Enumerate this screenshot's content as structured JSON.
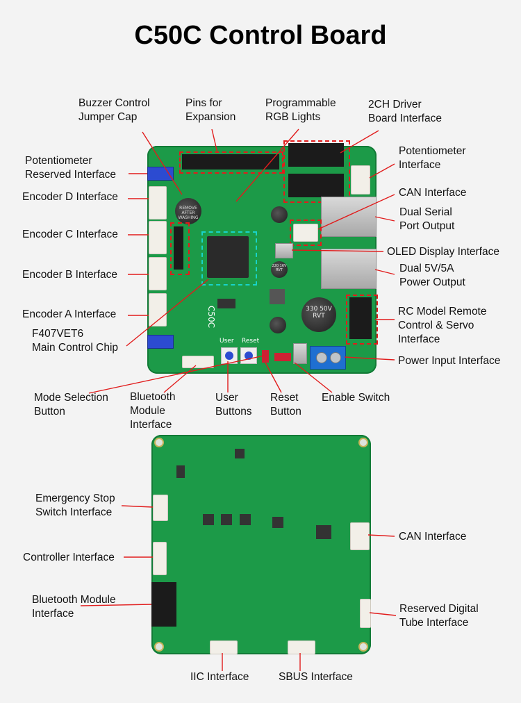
{
  "title": "C50C Control Board",
  "top_labels": {
    "buzzer": "Buzzer Control\nJumper Cap",
    "pins": "Pins for\nExpansion",
    "rgb": "Programmable\nRGB Lights",
    "driver": "2CH Driver\nBoard Interface",
    "pot_reserved": "Potentiometer\nReserved Interface",
    "pot": "Potentiometer\nInterface",
    "enc_d": "Encoder D Interface",
    "can": "CAN Interface",
    "serial": "Dual Serial\nPort Output",
    "enc_c": "Encoder C Interface",
    "oled": "OLED Display Interface",
    "enc_b": "Encoder B Interface",
    "power5v": "Dual 5V/5A\nPower Output",
    "enc_a": "Encoder A Interface",
    "rc": "RC Model Remote\nControl & Servo\nInterface",
    "mcu": "F407VET6\nMain Control Chip",
    "power_in": "Power Input Interface",
    "mode": "Mode Selection\nButton",
    "bt": "Bluetooth\nModule\nInterface",
    "user": "User\nButtons",
    "reset": "Reset\nButton",
    "enable": "Enable Switch"
  },
  "bottom_labels": {
    "estop": "Emergency Stop\nSwitch Interface",
    "can": "CAN Interface",
    "controller": "Controller Interface",
    "bt": "Bluetooth Module\nInterface",
    "digital_tube": "Reserved Digital\nTube Interface",
    "iic": "IIC Interface",
    "sbus": "SBUS Interface"
  },
  "silkscreen": {
    "board_name": "C50C",
    "user": "User",
    "reset": "Reset",
    "buzzer_sticker": "REMOVE AFTER WASHING",
    "cap_big": "330 50V RVT",
    "cap_small": "220 16V RVT"
  },
  "colors": {
    "pcb": "#1c9a48",
    "leader": "#e11c1c",
    "background": "#f3f3f3"
  }
}
